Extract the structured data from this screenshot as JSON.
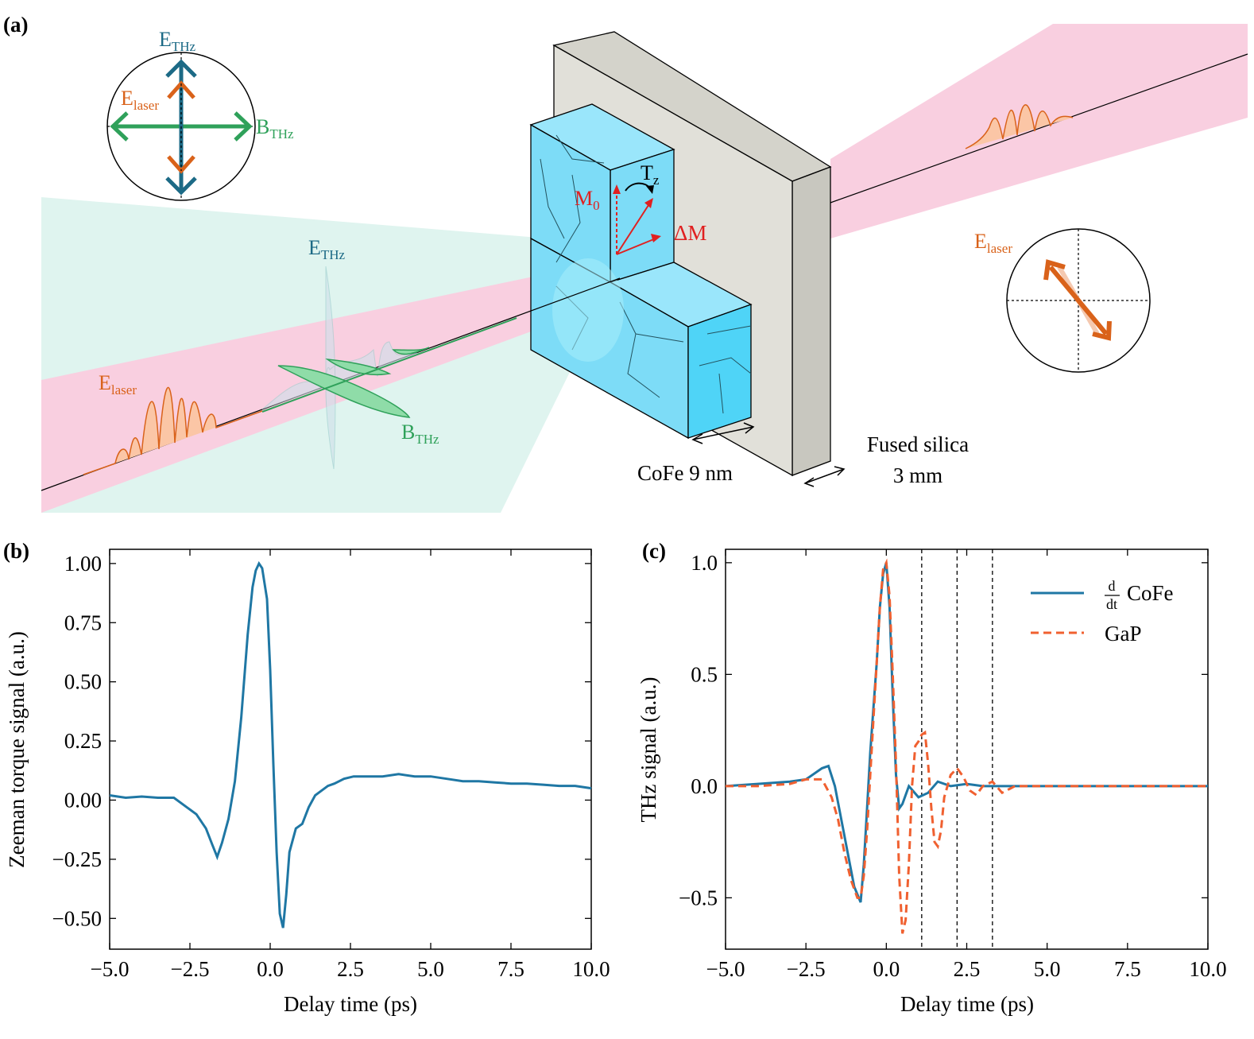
{
  "panel_a": {
    "label": "(a)",
    "inset_left": {
      "e_thz": "E",
      "e_thz_sub": "THz",
      "e_laser": "E",
      "e_laser_sub": "laser",
      "b_thz": "B",
      "b_thz_sub": "THz"
    },
    "inset_right": {
      "e_laser": "E",
      "e_laser_sub": "laser"
    },
    "beam_labels": {
      "e_thz": "E",
      "e_thz_sub": "THz",
      "b_thz": "B",
      "b_thz_sub": "THz",
      "e_laser": "E",
      "e_laser_sub": "laser"
    },
    "sample": {
      "m0": "M",
      "m0_sub": "0",
      "tz": "T",
      "tz_sub": "z",
      "dm": "ΔM",
      "cofe_label": "CoFe 9 nm",
      "substrate_line1": "Fused silica",
      "substrate_line2": "3 mm"
    },
    "colors": {
      "laser_beam": "#f9cfe0",
      "thz_beam": "#dff4ef",
      "sample": "#7ddcf7",
      "substrate": "#e1e0d9",
      "e_thz": "#1c6a86",
      "b_thz": "#2fa15a",
      "e_laser": "#d9621a",
      "magnetization": "#e02020"
    }
  },
  "chart_data": [
    {
      "type": "line",
      "panel_label": "(b)",
      "xlabel": "Delay time (ps)",
      "ylabel": "Zeeman torque signal (a.u.)",
      "xlim": [
        -5.0,
        10.0
      ],
      "ylim": [
        -0.63,
        1.06
      ],
      "xticks": [
        "−5.0",
        "−2.5",
        "0.0",
        "2.5",
        "5.0",
        "7.5",
        "10.0"
      ],
      "yticks": [
        "−0.50",
        "−0.25",
        "0.00",
        "0.25",
        "0.50",
        "0.75",
        "1.00"
      ],
      "series": [
        {
          "color": "#1f77a4",
          "x": [
            -5.0,
            -4.5,
            -4.0,
            -3.5,
            -3.0,
            -2.6,
            -2.3,
            -2.0,
            -1.8,
            -1.65,
            -1.5,
            -1.3,
            -1.1,
            -0.9,
            -0.7,
            -0.55,
            -0.45,
            -0.35,
            -0.25,
            -0.1,
            0.0,
            0.1,
            0.2,
            0.3,
            0.4,
            0.5,
            0.6,
            0.8,
            1.0,
            1.2,
            1.4,
            1.6,
            1.8,
            2.0,
            2.3,
            2.6,
            3.0,
            3.5,
            4.0,
            4.5,
            5.0,
            5.5,
            6.0,
            6.5,
            7.0,
            7.5,
            8.0,
            8.5,
            9.0,
            9.5,
            10.0
          ],
          "y": [
            0.02,
            0.01,
            0.015,
            0.01,
            0.01,
            -0.03,
            -0.06,
            -0.12,
            -0.19,
            -0.24,
            -0.18,
            -0.08,
            0.08,
            0.35,
            0.7,
            0.9,
            0.97,
            1.0,
            0.98,
            0.85,
            0.55,
            0.15,
            -0.22,
            -0.48,
            -0.54,
            -0.4,
            -0.22,
            -0.12,
            -0.1,
            -0.03,
            0.02,
            0.04,
            0.06,
            0.07,
            0.09,
            0.1,
            0.1,
            0.1,
            0.11,
            0.1,
            0.1,
            0.09,
            0.08,
            0.08,
            0.075,
            0.07,
            0.07,
            0.065,
            0.06,
            0.06,
            0.05
          ]
        }
      ]
    },
    {
      "type": "line",
      "panel_label": "(c)",
      "xlabel": "Delay time (ps)",
      "ylabel": "THz signal (a.u.)",
      "xlim": [
        -5.0,
        10.0
      ],
      "ylim": [
        -0.73,
        1.06
      ],
      "xticks": [
        "−5.0",
        "−2.5",
        "0.0",
        "2.5",
        "5.0",
        "7.5",
        "10.0"
      ],
      "yticks": [
        "−0.5",
        "0.0",
        "0.5",
        "1.0"
      ],
      "vlines": [
        1.1,
        2.2,
        3.3
      ],
      "legend": {
        "placement": "top-right"
      },
      "series": [
        {
          "name": "CoFe",
          "name_prefix_num": "d",
          "name_prefix_den": "dt",
          "color": "#1f77a4",
          "style": "solid",
          "x": [
            -5.0,
            -4.0,
            -3.0,
            -2.5,
            -2.0,
            -1.8,
            -1.6,
            -1.4,
            -1.2,
            -1.0,
            -0.8,
            -0.7,
            -0.6,
            -0.5,
            -0.4,
            -0.3,
            -0.2,
            -0.1,
            0.0,
            0.1,
            0.2,
            0.3,
            0.4,
            0.5,
            0.7,
            1.0,
            1.3,
            1.6,
            2.0,
            2.5,
            3.0,
            4.0,
            5.0,
            6.0,
            7.0,
            8.0,
            9.0,
            10.0
          ],
          "y": [
            0.0,
            0.01,
            0.02,
            0.03,
            0.08,
            0.09,
            0.0,
            -0.15,
            -0.3,
            -0.45,
            -0.52,
            -0.35,
            -0.1,
            0.15,
            0.35,
            0.55,
            0.8,
            0.95,
            1.0,
            0.8,
            0.4,
            0.05,
            -0.1,
            -0.08,
            0.0,
            -0.05,
            -0.03,
            0.02,
            0.0,
            0.01,
            0.0,
            0.0,
            0.0,
            0.0,
            0.0,
            0.0,
            0.0,
            0.0
          ]
        },
        {
          "name": "GaP",
          "color": "#f06030",
          "style": "dashed",
          "x": [
            -5.0,
            -4.0,
            -3.0,
            -2.5,
            -2.0,
            -1.7,
            -1.5,
            -1.3,
            -1.1,
            -0.9,
            -0.8,
            -0.7,
            -0.6,
            -0.5,
            -0.4,
            -0.3,
            -0.2,
            -0.1,
            0.0,
            0.1,
            0.2,
            0.3,
            0.4,
            0.5,
            0.6,
            0.7,
            0.8,
            0.9,
            1.0,
            1.1,
            1.2,
            1.3,
            1.4,
            1.5,
            1.6,
            1.7,
            1.8,
            2.0,
            2.2,
            2.4,
            2.6,
            2.8,
            3.0,
            3.3,
            3.6,
            4.0,
            5.0,
            6.0,
            7.0,
            8.0,
            9.0,
            10.0
          ],
          "y": [
            0.0,
            0.0,
            0.01,
            0.03,
            0.03,
            -0.05,
            -0.15,
            -0.3,
            -0.42,
            -0.5,
            -0.5,
            -0.4,
            -0.2,
            0.05,
            0.3,
            0.55,
            0.8,
            0.97,
            1.0,
            0.85,
            0.5,
            0.1,
            -0.4,
            -0.66,
            -0.6,
            -0.35,
            0.0,
            0.18,
            0.2,
            0.23,
            0.24,
            0.1,
            -0.1,
            -0.25,
            -0.27,
            -0.2,
            -0.05,
            0.05,
            0.08,
            0.04,
            -0.02,
            -0.04,
            0.0,
            0.02,
            -0.03,
            0.0,
            0.0,
            0.0,
            0.0,
            0.0,
            0.0,
            0.0
          ]
        }
      ]
    }
  ]
}
